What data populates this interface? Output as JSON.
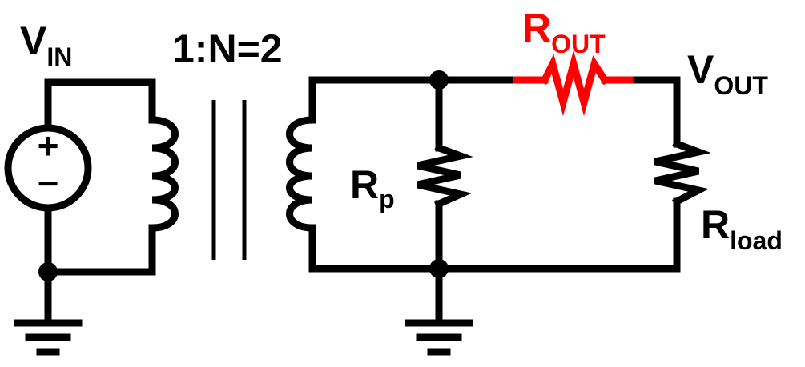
{
  "labels": {
    "vin_main": "V",
    "vin_sub": "IN",
    "ratio": "1:N=2",
    "rout_main": "R",
    "rout_sub": "OUT",
    "vout_main": "V",
    "vout_sub": "OUT",
    "rp_main": "R",
    "rp_sub": "p",
    "rload_main": "R",
    "rload_sub": "load",
    "plus_sign": "+",
    "minus_sign": "−"
  },
  "colors": {
    "wire": "#000000",
    "highlight": "#ff0000",
    "background": "#ffffff"
  }
}
